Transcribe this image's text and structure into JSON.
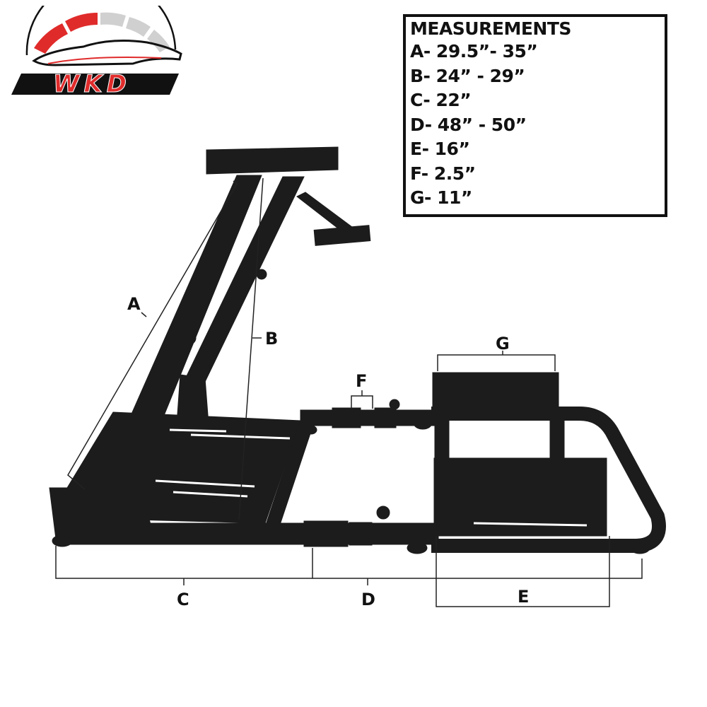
{
  "brand": {
    "logo_text": "WKD",
    "colors": {
      "red": "#e02b2b",
      "dark_red": "#a61b1b",
      "gray": "#c8c8c8",
      "black": "#111111"
    }
  },
  "measurements": {
    "title": "MEASUREMENTS",
    "rows": [
      {
        "key": "A",
        "text": "A- 29.5”- 35”"
      },
      {
        "key": "B",
        "text": "B- 24” - 29”"
      },
      {
        "key": "C",
        "text": "C- 22”"
      },
      {
        "key": "D",
        "text": "D- 48” - 50”"
      },
      {
        "key": "E",
        "text": "E- 16”"
      },
      {
        "key": "F",
        "text": "F- 2.5”"
      },
      {
        "key": "G",
        "text": "G- 11”"
      }
    ]
  },
  "diagram": {
    "subject": "racing wheel stand frame",
    "labels": {
      "A": "A",
      "B": "B",
      "C": "C",
      "D": "D",
      "E": "E",
      "F": "F",
      "G": "G"
    }
  }
}
